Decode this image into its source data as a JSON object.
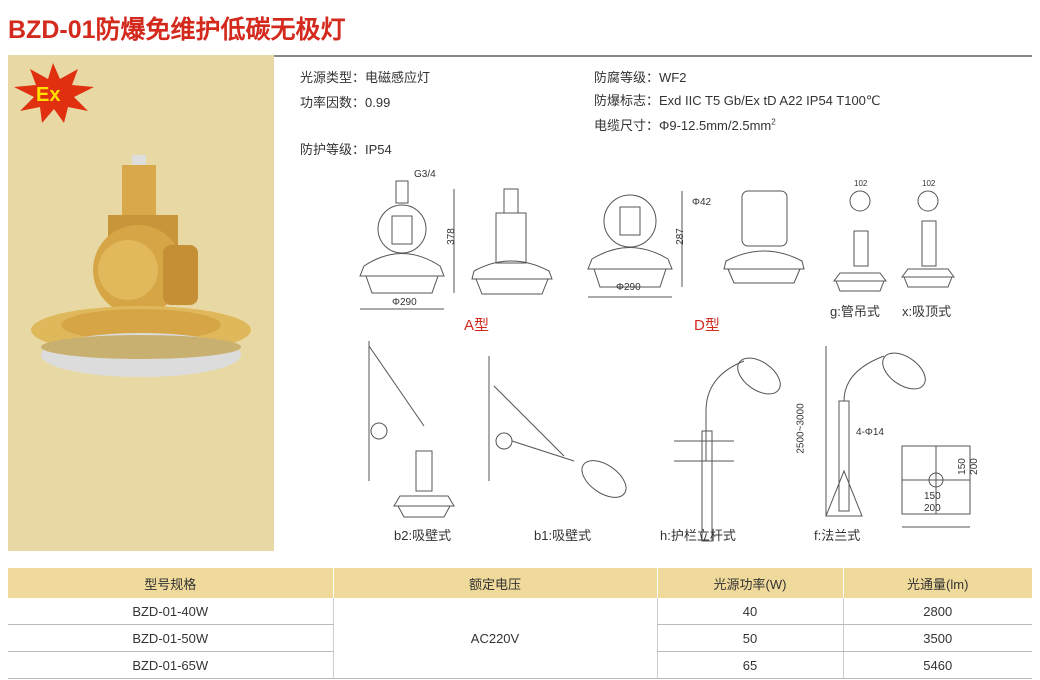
{
  "title": "BZD-01防爆免维护低碳无极灯",
  "badge": "Ex",
  "specs": {
    "light_source": "光源类型：电磁感应灯",
    "power_factor": "功率因数：0.99",
    "protection": "防护等级：IP54",
    "anticorrosion": "防腐等级：WF2",
    "explosion_mark": "防爆标志：Exd IIC T5 Gb/Ex tD A22 IP54 T100℃",
    "cable_prefix": "电缆尺寸：Φ9-12.5mm/2.5mm",
    "cable_sup": "2"
  },
  "diagrams": {
    "a_thread": "G3/4",
    "a_height": "378",
    "a_dia": "Φ290",
    "a_label": "A型",
    "d_phi": "Φ42",
    "d_height": "287",
    "d_dia": "Φ290",
    "d_label": "D型",
    "g_dim": "102",
    "x_dim": "102",
    "g_label": "g:管吊式",
    "x_label": "x:吸顶式",
    "b2_label": "b2:吸壁式",
    "b1_label": "b1:吸壁式",
    "h_label": "h:护栏立杆式",
    "f_label": "f:法兰式",
    "f_height": "2500~3000",
    "f_holes": "4-Φ14",
    "f_150a": "150",
    "f_200a": "200",
    "f_150b": "150",
    "f_200b": "200"
  },
  "table": {
    "headers": [
      "型号规格",
      "额定电压",
      "光源功率(W)",
      "光通量(lm)"
    ],
    "voltage": "AC220V",
    "rows": [
      {
        "model": "BZD-01-40W",
        "power": "40",
        "flux": "2800"
      },
      {
        "model": "BZD-01-50W",
        "power": "50",
        "flux": "3500"
      },
      {
        "model": "BZD-01-65W",
        "power": "65",
        "flux": "5460"
      }
    ]
  }
}
